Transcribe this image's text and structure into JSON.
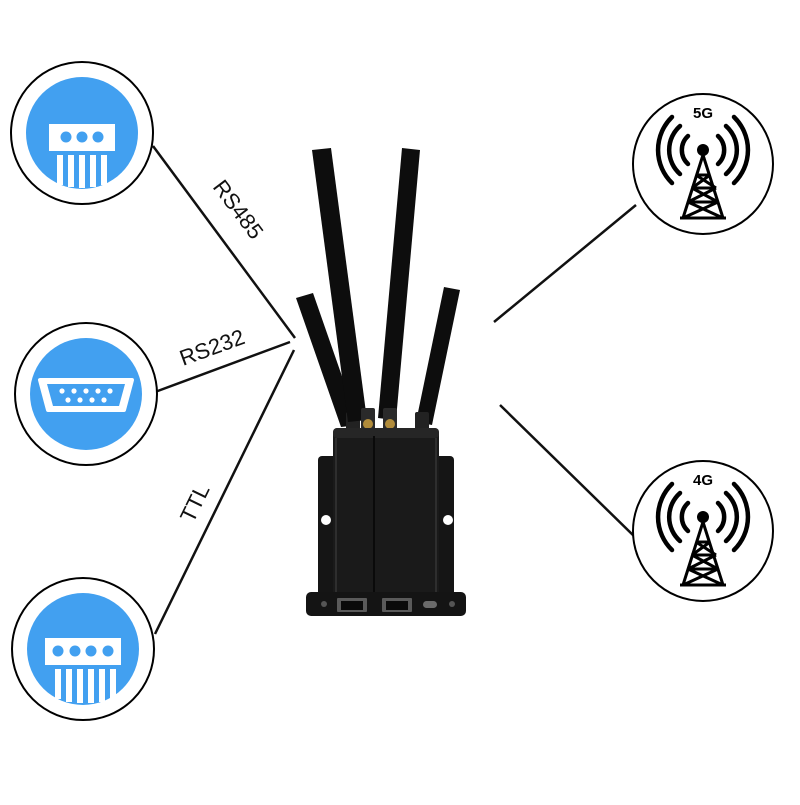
{
  "colors": {
    "interface_blue": "#42a0f0",
    "line": "#111111",
    "circle_border": "#000000",
    "device_body": "#1a1a1a",
    "antenna": "#0d0d0d"
  },
  "links": {
    "rs485": {
      "label": "RS485",
      "icon": "terminal-block-3pin-icon"
    },
    "rs232": {
      "label": "RS232",
      "icon": "db9-serial-port-icon"
    },
    "ttl": {
      "label": "TTL",
      "icon": "terminal-block-4pin-icon"
    }
  },
  "networks": {
    "5g": {
      "label": "5G",
      "icon": "cell-tower-icon"
    },
    "4g": {
      "label": "4G",
      "icon": "cell-tower-icon"
    }
  },
  "device": {
    "icon": "cellular-router-with-four-antennas"
  }
}
